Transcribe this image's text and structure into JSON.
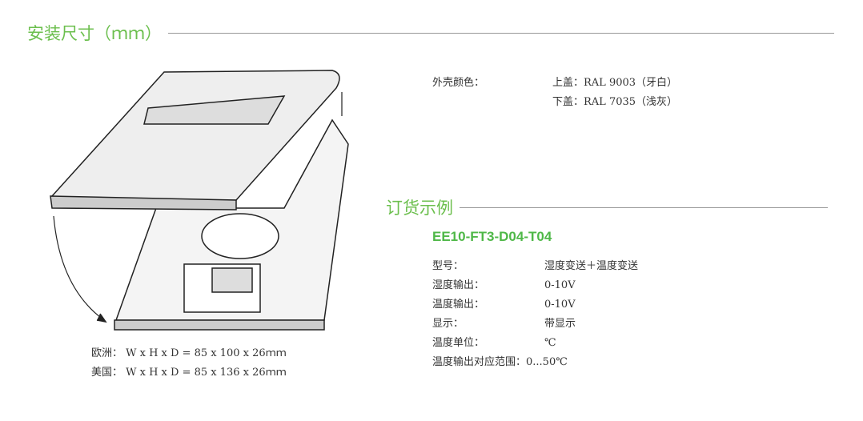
{
  "sections": {
    "install": "安装尺寸（ｍｍ）",
    "order": "订货示例"
  },
  "color": {
    "label": "外壳颜色：",
    "top": "上盖：RAL 9003（牙白）",
    "bottom": "下盖：RAL 7035（浅灰）"
  },
  "dimensions": {
    "eu": "欧洲： W x H x D = 85 x 100 x 26ｍｍ",
    "us": "美国： W x H x D = 85 x 136 x 26ｍｍ"
  },
  "order": {
    "code": "EE10-FT3-D04-T04",
    "rows": [
      {
        "k": "型号：",
        "v": "湿度变送＋温度变送"
      },
      {
        "k": "湿度输出：",
        "v": "0-10V"
      },
      {
        "k": "温度输出：",
        "v": "0-10V"
      },
      {
        "k": "显示：",
        "v": "带显示"
      },
      {
        "k": "温度单位：",
        "v": "℃"
      },
      {
        "k": "温度输出对应范围：",
        "v": "0...50℃"
      }
    ]
  },
  "accent": "#6cbf4e"
}
